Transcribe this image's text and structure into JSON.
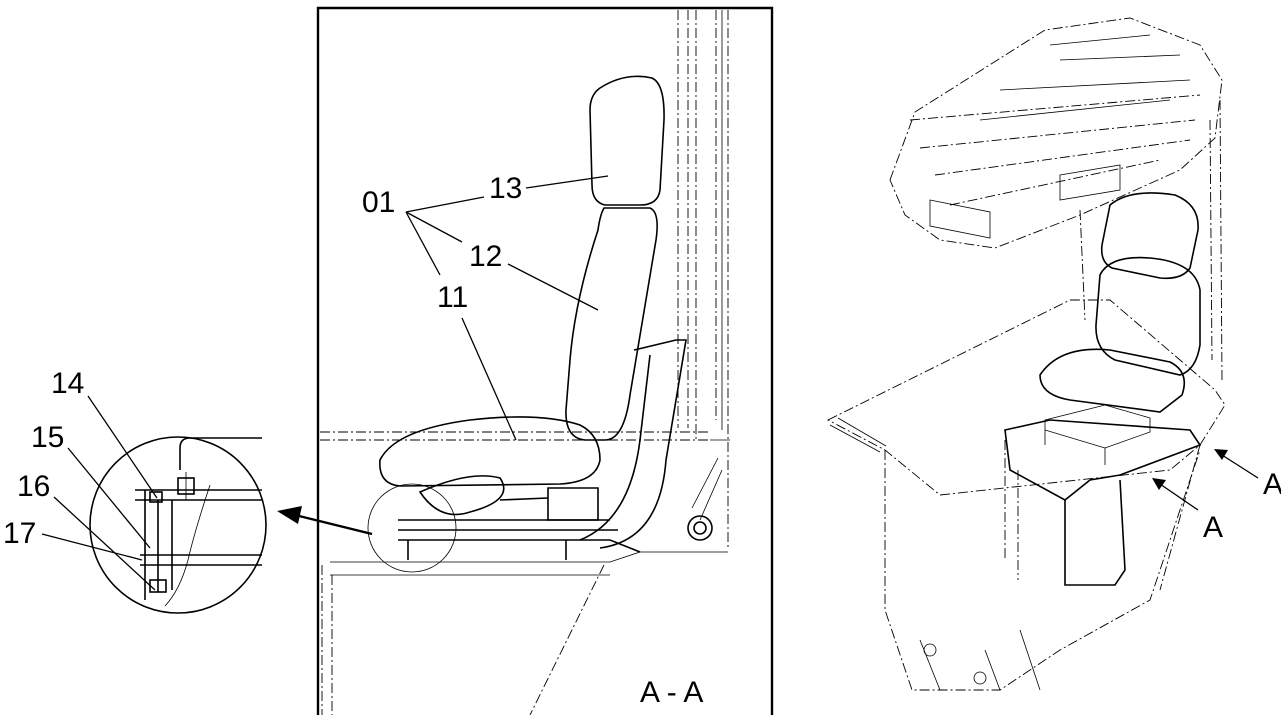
{
  "section_label": "A - A",
  "callouts": {
    "c01": "01",
    "c11": "11",
    "c12": "12",
    "c13": "13",
    "c14": "14",
    "c15": "15",
    "c16": "16",
    "c17": "17"
  },
  "view_markers": {
    "upper": "A",
    "lower": "A"
  }
}
